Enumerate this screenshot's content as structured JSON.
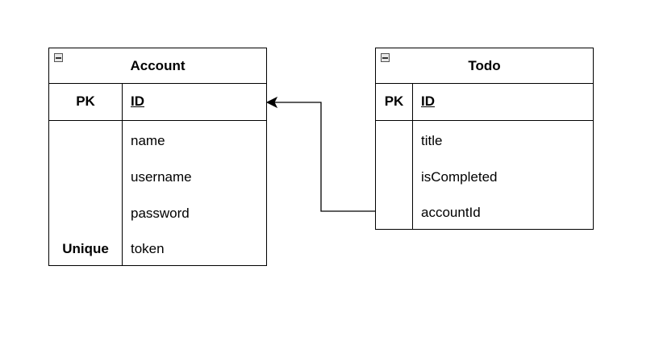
{
  "entities": {
    "account": {
      "title": "Account",
      "pk_label": "PK",
      "pk_field": "ID",
      "fields": [
        {
          "key": "",
          "name": "name"
        },
        {
          "key": "",
          "name": "username"
        },
        {
          "key": "",
          "name": "password"
        },
        {
          "key": "Unique",
          "name": "token"
        }
      ]
    },
    "todo": {
      "title": "Todo",
      "pk_label": "PK",
      "pk_field": "ID",
      "fields": [
        {
          "key": "",
          "name": "title"
        },
        {
          "key": "",
          "name": "isCompleted"
        },
        {
          "key": "",
          "name": "accountId"
        }
      ]
    }
  },
  "relationship": {
    "from": "todo.accountId",
    "to": "account.ID"
  },
  "colors": {
    "line": "#000000",
    "background": "#ffffff"
  }
}
